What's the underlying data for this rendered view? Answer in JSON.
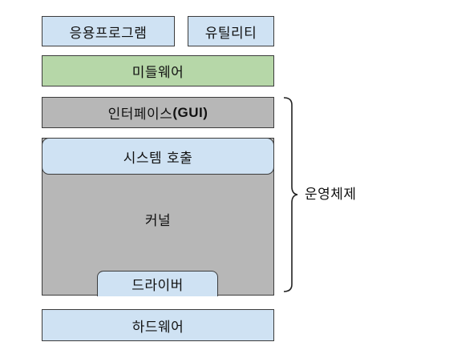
{
  "layers": {
    "applications": "응용프로그램",
    "utilities": "유틸리티",
    "middleware": "미들웨어",
    "interface_prefix": "인터페이스",
    "interface_suffix": "(GUI)",
    "system_call": "시스템 호출",
    "kernel": "커널",
    "driver": "드라이버",
    "hardware": "하드웨어"
  },
  "brace_label": "운영체제",
  "colors": {
    "blue": "#cfe2f3",
    "green": "#b6d7a8",
    "gray": "#b7b7b7"
  }
}
